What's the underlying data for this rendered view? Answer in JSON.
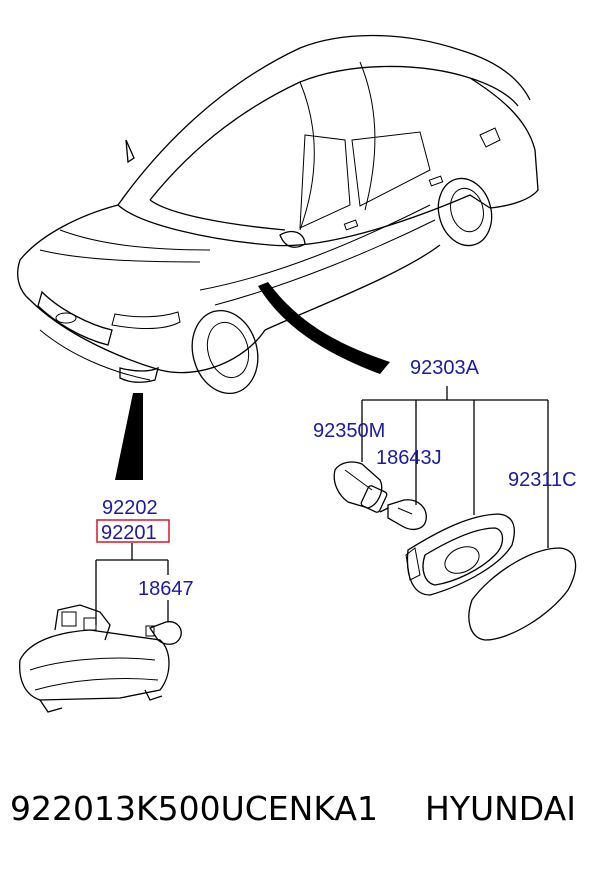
{
  "labels": {
    "p92303A": "92303A",
    "p92350M": "92350M",
    "p18643J": "18643J",
    "p92311C": "92311C",
    "p92202": "92202",
    "p92201": "92201",
    "p18647": "18647"
  },
  "footer": {
    "part_number": "922013K500UCENKA1",
    "brand": "HYUNDAI"
  },
  "colors": {
    "label": "#1a1aa6",
    "highlight": "#d8152a",
    "line": "#000000"
  }
}
